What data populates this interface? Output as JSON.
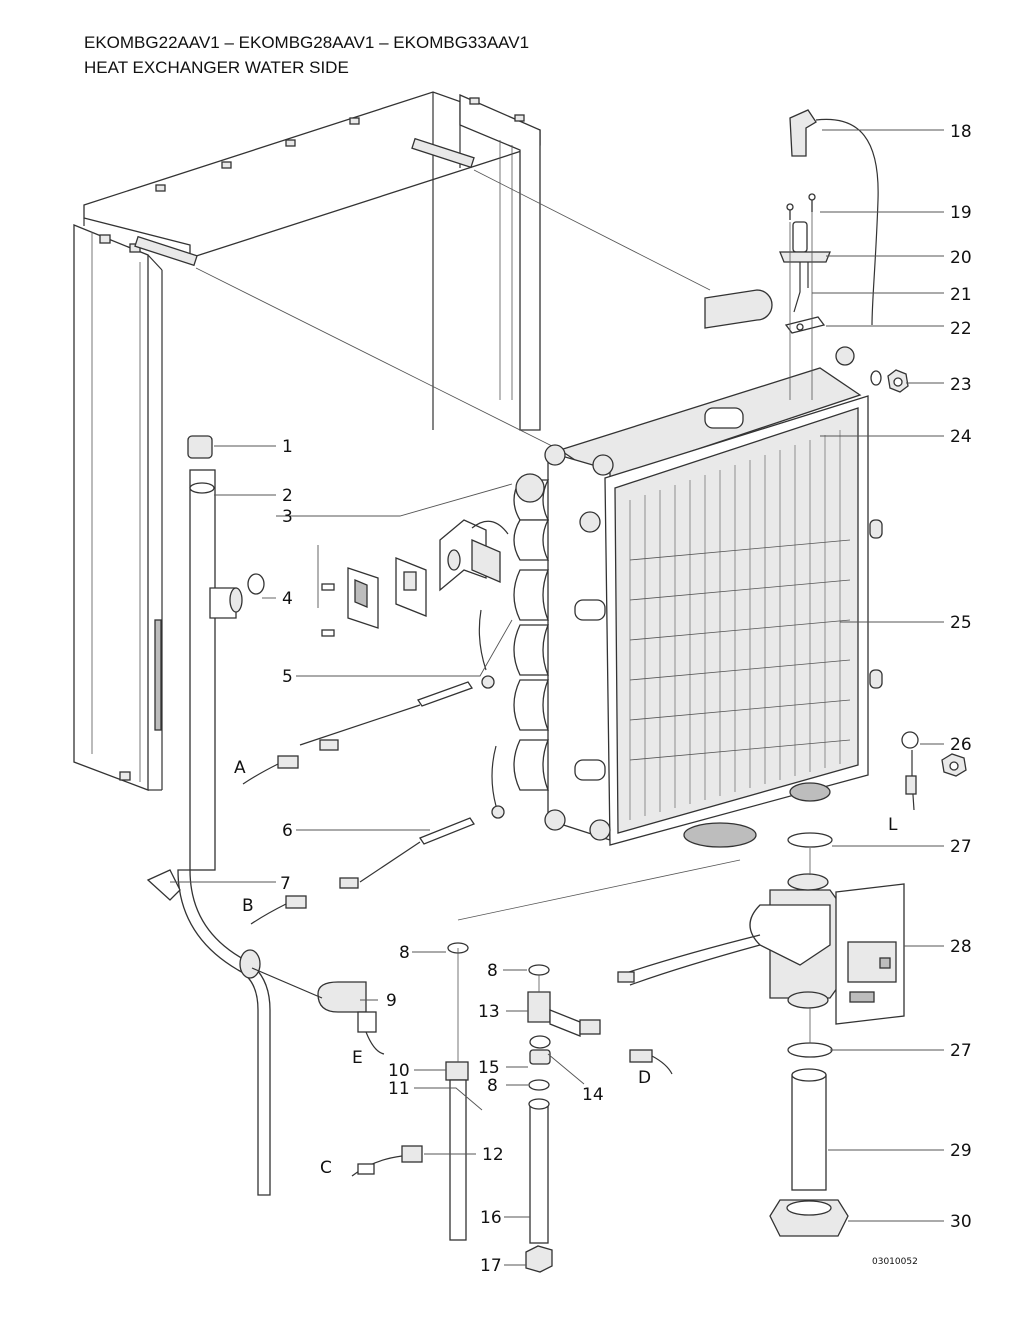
{
  "title": {
    "line1": "EKOMBG22AAV1 – EKOMBG28AAV1 – EKOMBG33AAV1",
    "line2": "HEAT EXCHANGER WATER SIDE"
  },
  "drawing_code": "03010052",
  "callouts": [
    {
      "id": "c18",
      "label": "18"
    },
    {
      "id": "c19",
      "label": "19"
    },
    {
      "id": "c20",
      "label": "20"
    },
    {
      "id": "c21",
      "label": "21"
    },
    {
      "id": "c22",
      "label": "22"
    },
    {
      "id": "c23",
      "label": "23"
    },
    {
      "id": "c24",
      "label": "24"
    },
    {
      "id": "c1",
      "label": "1"
    },
    {
      "id": "c2",
      "label": "2"
    },
    {
      "id": "c3",
      "label": "3"
    },
    {
      "id": "c4",
      "label": "4"
    },
    {
      "id": "c25",
      "label": "25"
    },
    {
      "id": "c5",
      "label": "5"
    },
    {
      "id": "c26",
      "label": "26"
    },
    {
      "id": "cA",
      "label": "A"
    },
    {
      "id": "c6",
      "label": "6"
    },
    {
      "id": "cL",
      "label": "L"
    },
    {
      "id": "c27a",
      "label": "27"
    },
    {
      "id": "c7",
      "label": "7"
    },
    {
      "id": "cB",
      "label": "B"
    },
    {
      "id": "c8a",
      "label": "8"
    },
    {
      "id": "c28",
      "label": "28"
    },
    {
      "id": "c8b",
      "label": "8"
    },
    {
      "id": "c9",
      "label": "9"
    },
    {
      "id": "c13",
      "label": "13"
    },
    {
      "id": "cE",
      "label": "E"
    },
    {
      "id": "c27b",
      "label": "27"
    },
    {
      "id": "c10",
      "label": "10"
    },
    {
      "id": "c15",
      "label": "15"
    },
    {
      "id": "cD",
      "label": "D"
    },
    {
      "id": "c11",
      "label": "11"
    },
    {
      "id": "c8c",
      "label": "8"
    },
    {
      "id": "c14",
      "label": "14"
    },
    {
      "id": "c29",
      "label": "29"
    },
    {
      "id": "c12",
      "label": "12"
    },
    {
      "id": "cC",
      "label": "C"
    },
    {
      "id": "c30",
      "label": "30"
    },
    {
      "id": "c16",
      "label": "16"
    },
    {
      "id": "c17",
      "label": "17"
    }
  ]
}
